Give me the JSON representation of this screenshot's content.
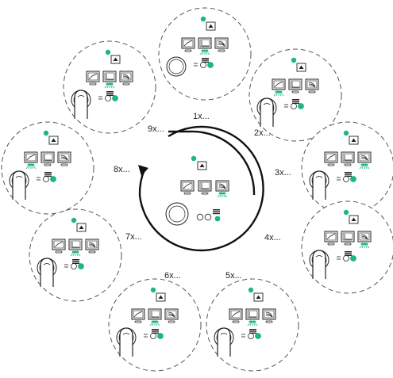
{
  "accent_color": "#1db489",
  "line_color": "#222222",
  "steps": [
    {
      "label": "1x...",
      "finger": false,
      "lit": 1
    },
    {
      "label": "2x...",
      "finger": true,
      "lit": 0
    },
    {
      "label": "3x...",
      "finger": true,
      "lit": 2
    },
    {
      "label": "4x...",
      "finger": true,
      "lit": 2
    },
    {
      "label": "5x...",
      "finger": true,
      "lit": 1
    },
    {
      "label": "6x...",
      "finger": true,
      "lit": 1
    },
    {
      "label": "7x...",
      "finger": true,
      "lit": 1
    },
    {
      "label": "8x...",
      "finger": true,
      "lit": 0
    },
    {
      "label": "9x...",
      "finger": true,
      "lit": 1
    }
  ],
  "center": {
    "finger": false,
    "lit": 2
  },
  "icons": [
    "monitor-line-chart-icon",
    "monitor-grid-icon",
    "monitor-signal-icon",
    "eject-button-icon",
    "led-indicator-icon"
  ]
}
